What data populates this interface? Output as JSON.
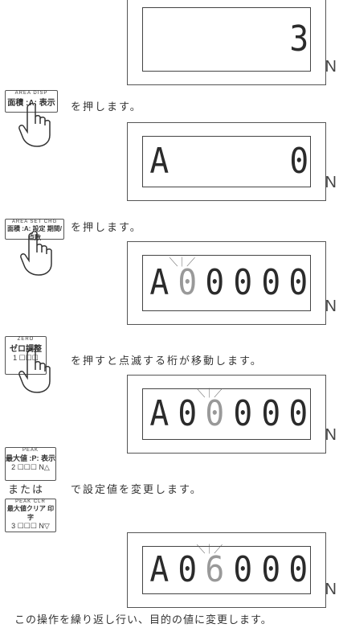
{
  "displays": [
    {
      "text": "3",
      "unit": "N"
    },
    {
      "left": "A",
      "right": "0",
      "unit": "N"
    },
    {
      "left": "A",
      "digits": [
        "0",
        "0",
        "0",
        "0",
        "0"
      ],
      "unit": "N"
    },
    {
      "left": "A",
      "digits": [
        "0",
        "0",
        "0",
        "0",
        "0"
      ],
      "unit": "N"
    },
    {
      "left": "A",
      "digits": [
        "0",
        "6",
        "0",
        "0",
        "0"
      ],
      "unit": "N"
    }
  ],
  "keys": {
    "area": {
      "top": "AREA DISP",
      "main": "面積 :A: 表示"
    },
    "area_set": {
      "top": "AREA SET CHG",
      "main": "面積 :A: 設定 期間/点数"
    },
    "zero": {
      "top": "ZERO",
      "main": "ゼロ調整",
      "num": "1"
    },
    "peak": {
      "top": "PEAK",
      "main": "最大値 :P: 表示",
      "num": "2"
    },
    "peak_clr": {
      "top": "PEAK CLR",
      "main": "最大値クリア 印字",
      "num": "3"
    }
  },
  "captions": {
    "press1": "を押します。",
    "press2": "を押します。",
    "press3": "を押すと点滅する桁が移動します。",
    "or": "または",
    "change": "で設定値を変更します。",
    "footer": "この操作を繰り返し行い、目的の値に変更します。"
  }
}
